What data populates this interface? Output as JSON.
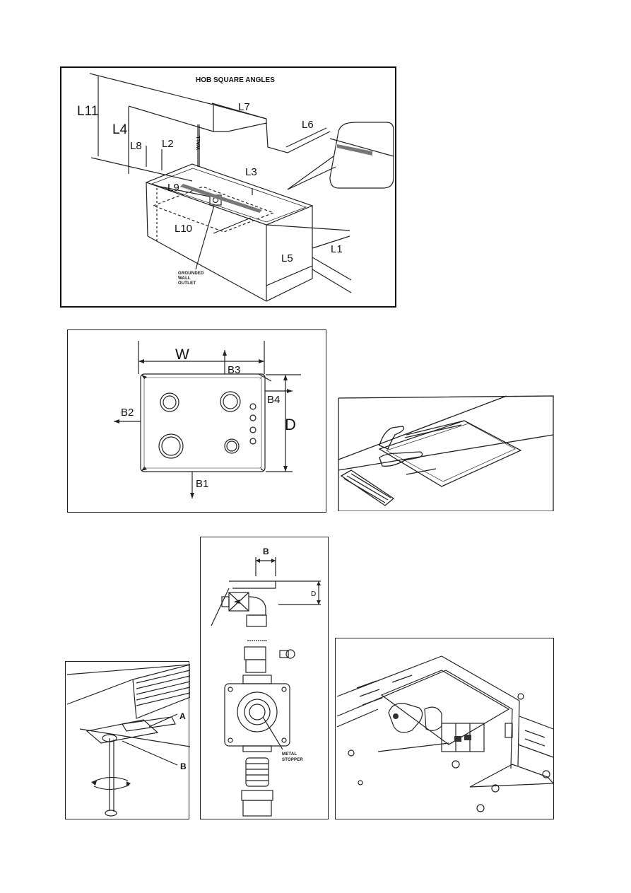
{
  "hob_angles": {
    "title": "HOB SQUARE ANGLES",
    "labels": {
      "L1": "L1",
      "L2": "L2",
      "L3": "L3",
      "L4": "L4",
      "L5": "L5",
      "L6": "L6",
      "L7": "L7",
      "L8": "L8",
      "L9": "L9",
      "L10": "L10",
      "L11": "L11"
    },
    "wall": "WALL",
    "outlet": [
      "GROUNDED",
      "WALL",
      "OUTLET"
    ]
  },
  "dimensions": {
    "W": "W",
    "D": "D",
    "B1": "B1",
    "B2": "B2",
    "B3": "B3",
    "B4": "B4"
  },
  "clamp": {
    "A": "A",
    "B": "B"
  },
  "gas_fitting": {
    "B": "B",
    "D": "D",
    "stopper": [
      "METAL",
      "STOPPER"
    ]
  }
}
